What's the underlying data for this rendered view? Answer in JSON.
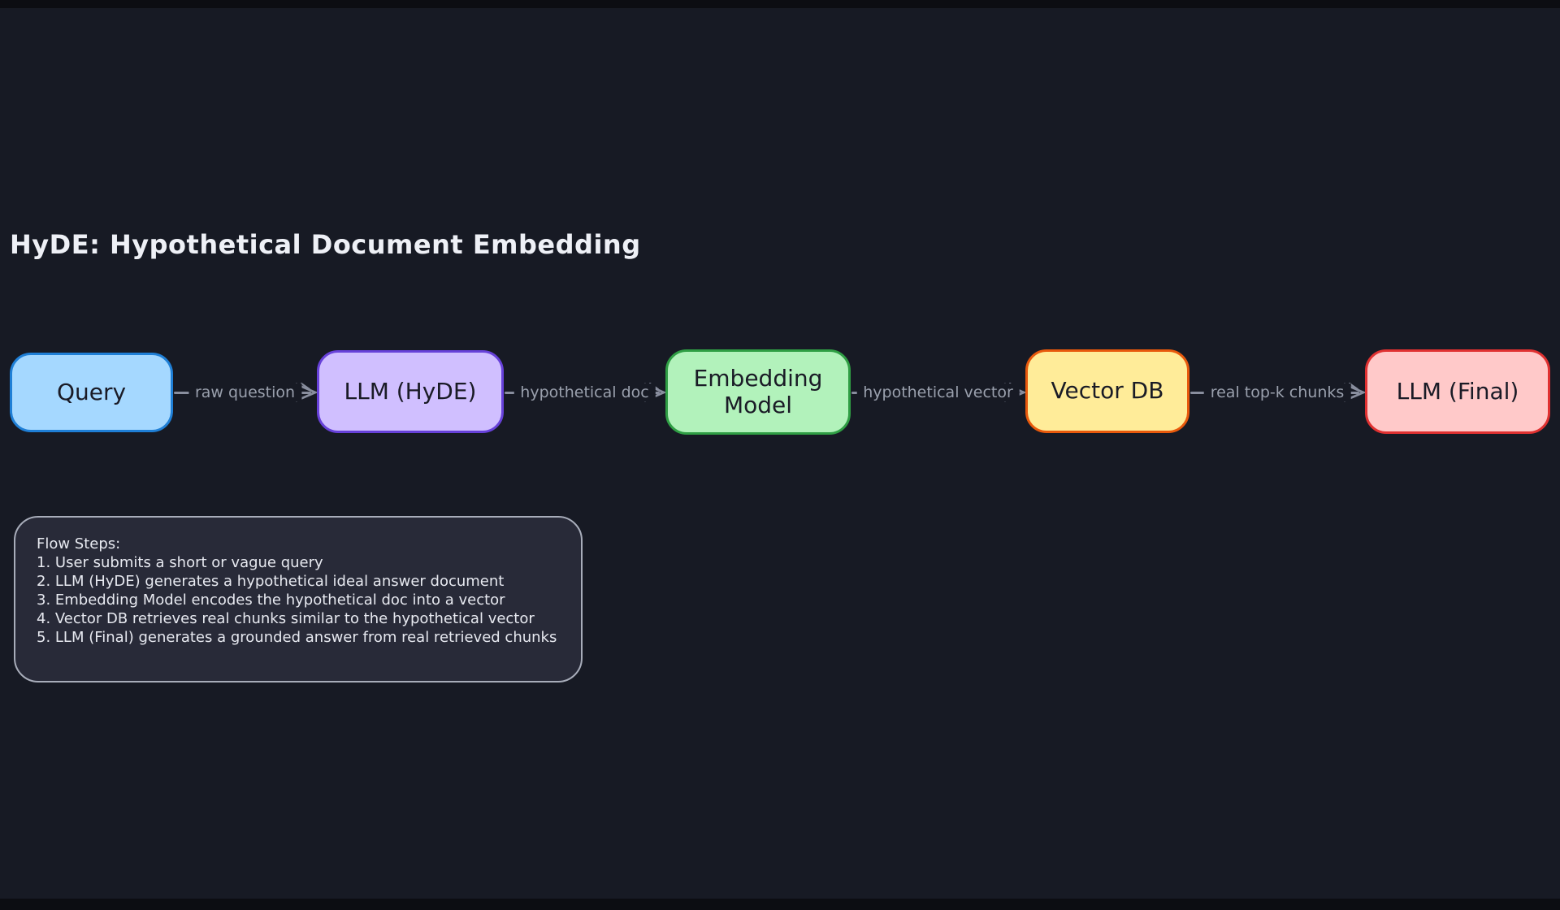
{
  "canvas": {
    "background_color": "#171a24",
    "frame_bar_color": "#0c0d12",
    "arrow_color": "#898e9e",
    "edge_label_color": "#9aa0ad"
  },
  "title": "HyDE: Hypothetical Document Embedding",
  "nodes": [
    {
      "id": "query",
      "label": "Query",
      "fill": "#a5d8ff",
      "border": "#1f7fd6"
    },
    {
      "id": "llm-hyde",
      "label": "LLM (HyDE)",
      "fill": "#d0bfff",
      "border": "#6741d9"
    },
    {
      "id": "embedding-model",
      "label": "Embedding Model",
      "fill": "#b2f2bb",
      "border": "#2f9e44"
    },
    {
      "id": "vector-db",
      "label": "Vector DB",
      "fill": "#ffec99",
      "border": "#e8590c"
    },
    {
      "id": "llm-final",
      "label": "LLM (Final)",
      "fill": "#ffc9c9",
      "border": "#e03131"
    }
  ],
  "edges": [
    {
      "from": "query",
      "to": "llm-hyde",
      "label": "raw question"
    },
    {
      "from": "llm-hyde",
      "to": "embedding-model",
      "label": "hypothetical doc"
    },
    {
      "from": "embedding-model",
      "to": "vector-db",
      "label": "hypothetical vector"
    },
    {
      "from": "vector-db",
      "to": "llm-final",
      "label": "real top-k chunks"
    }
  ],
  "note": {
    "lines": [
      "Flow Steps:",
      "1. User submits a short or vague query",
      "2. LLM (HyDE) generates a hypothetical ideal answer document",
      "3. Embedding Model encodes the hypothetical doc into a vector",
      "4. Vector DB retrieves real chunks similar to the hypothetical vector",
      "5. LLM (Final) generates a grounded answer from real retrieved chunks"
    ]
  }
}
